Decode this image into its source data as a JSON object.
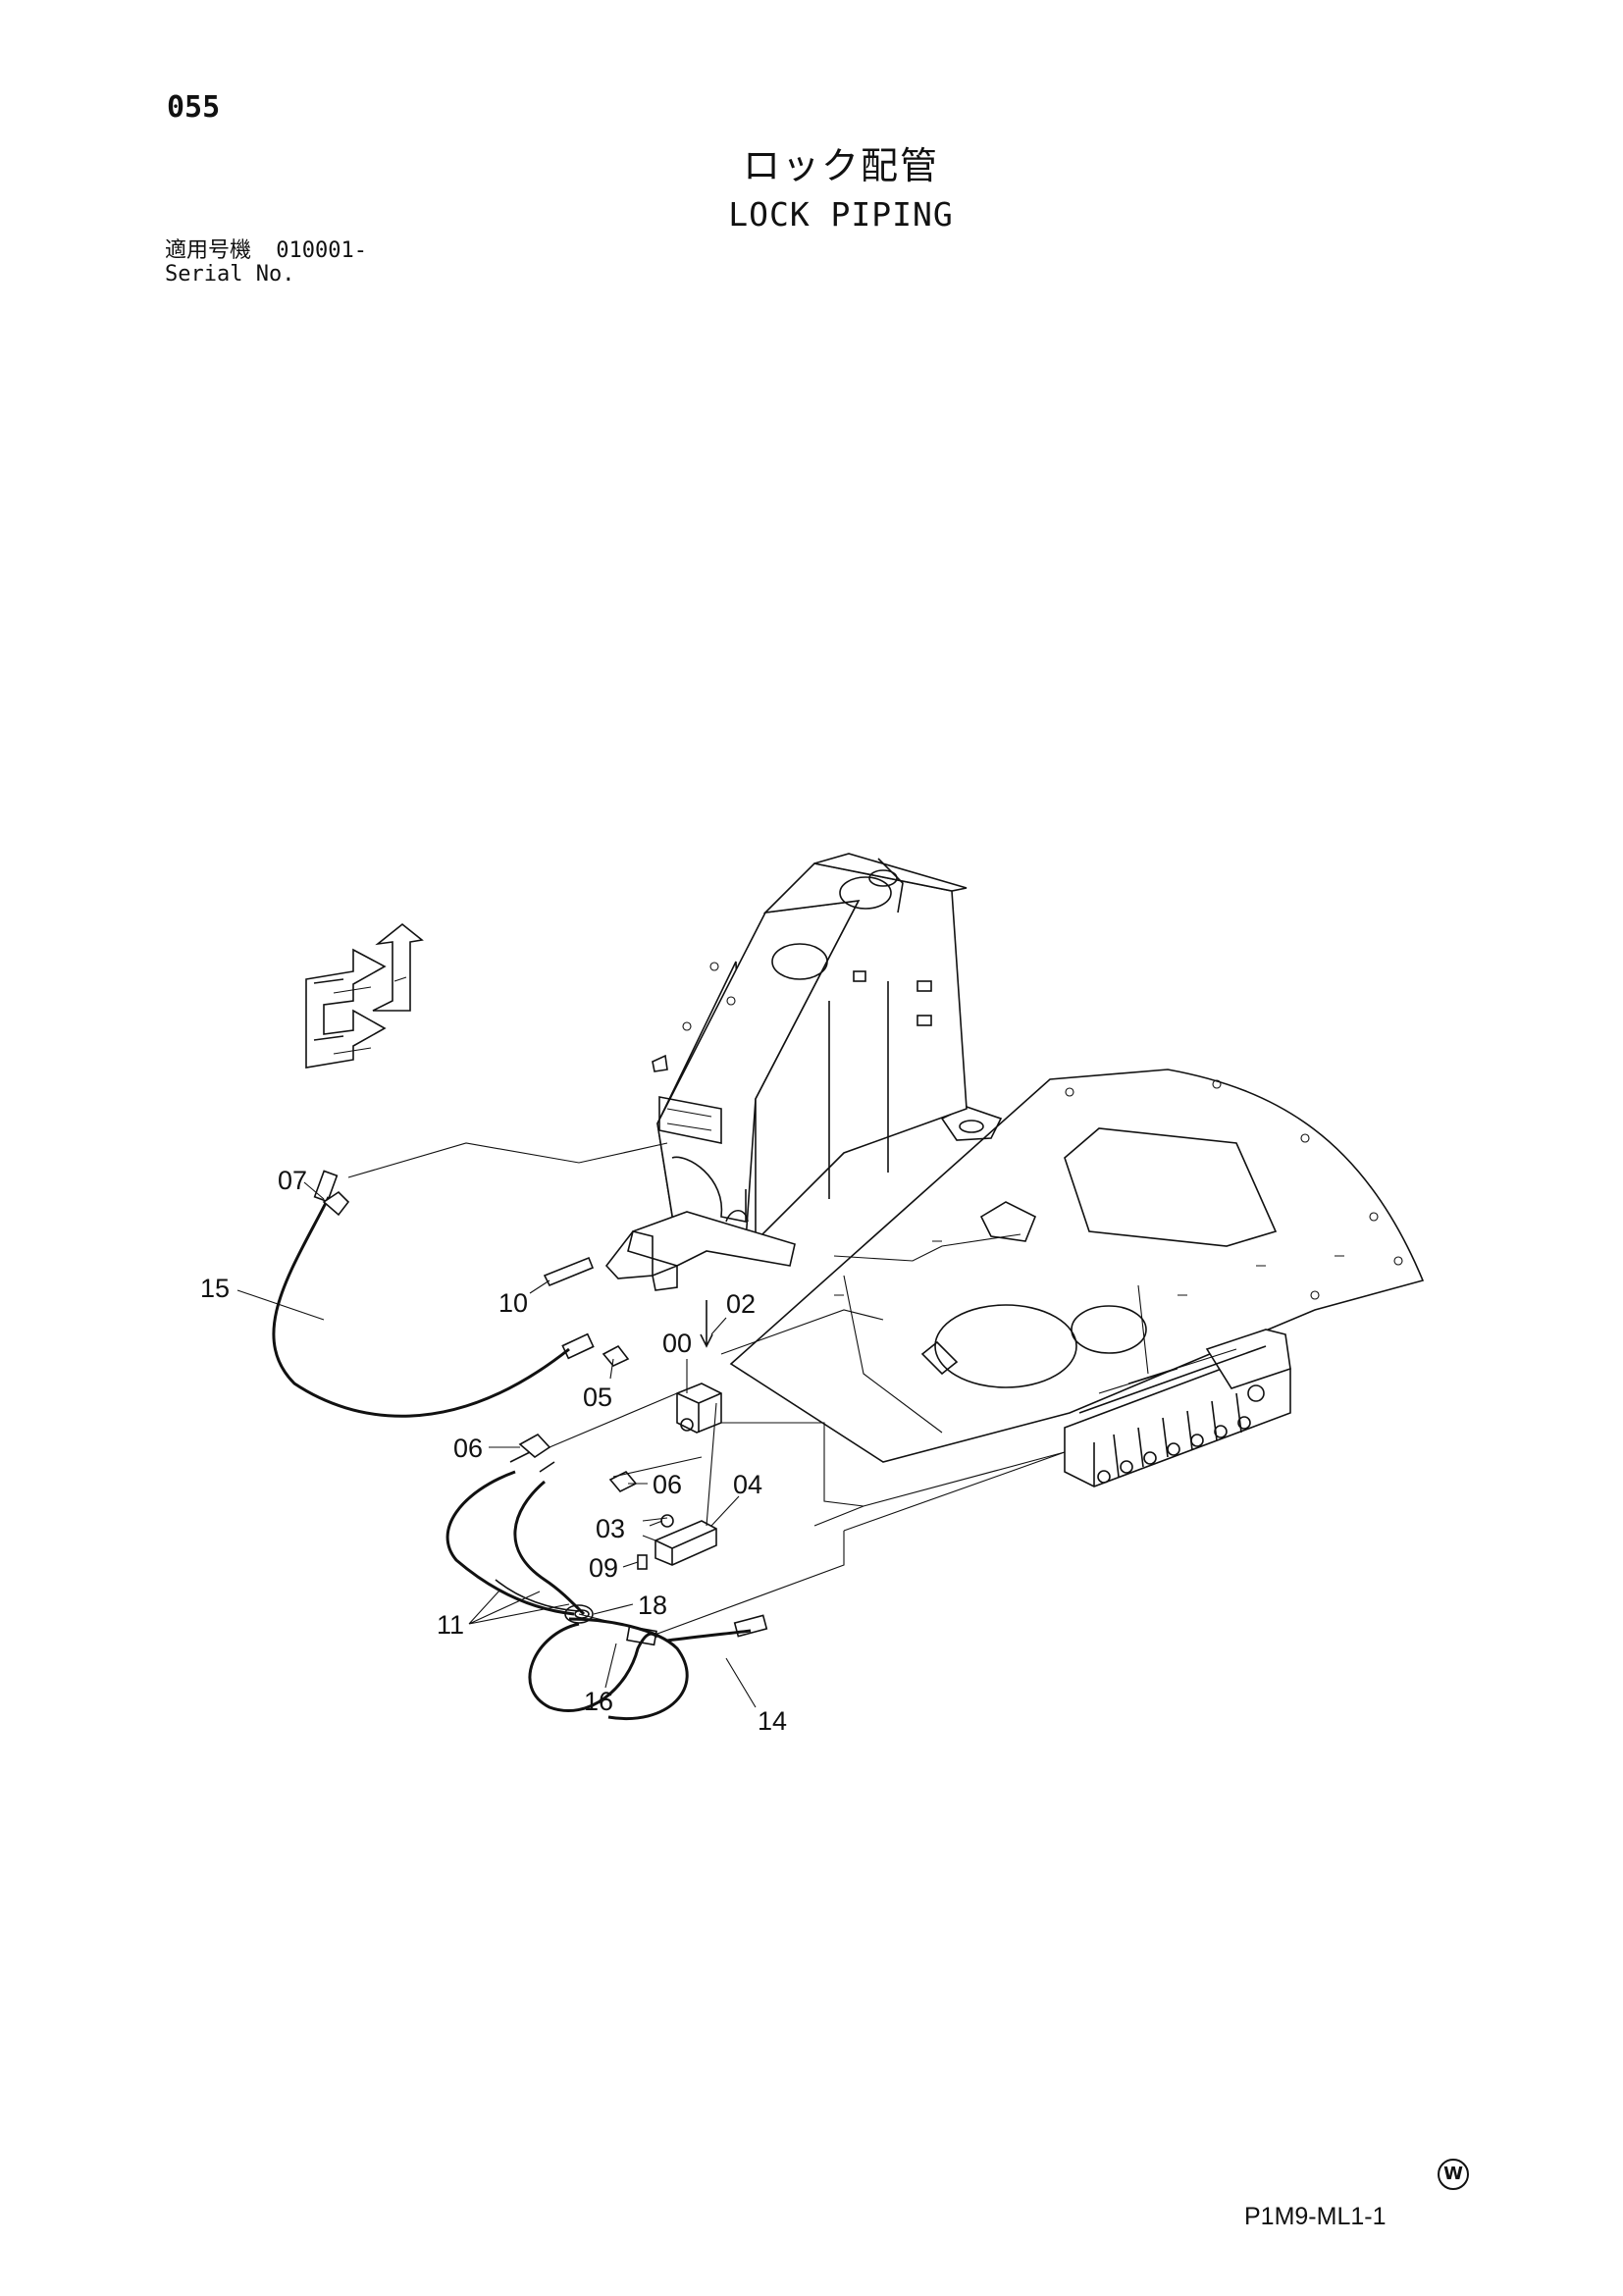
{
  "page": {
    "number": "055",
    "title_ja": "ロック配管",
    "title_en": "LOCK PIPING"
  },
  "serial": {
    "label_ja": "適用号機",
    "value": "010001-",
    "label_en": "Serial No."
  },
  "callouts": [
    "00",
    "02",
    "03",
    "04",
    "05",
    "06",
    "06",
    "07",
    "09",
    "10",
    "11",
    "14",
    "15",
    "16",
    "18"
  ],
  "footer": {
    "drawing_code": "P1M9-ML1-1",
    "mark": "W"
  }
}
